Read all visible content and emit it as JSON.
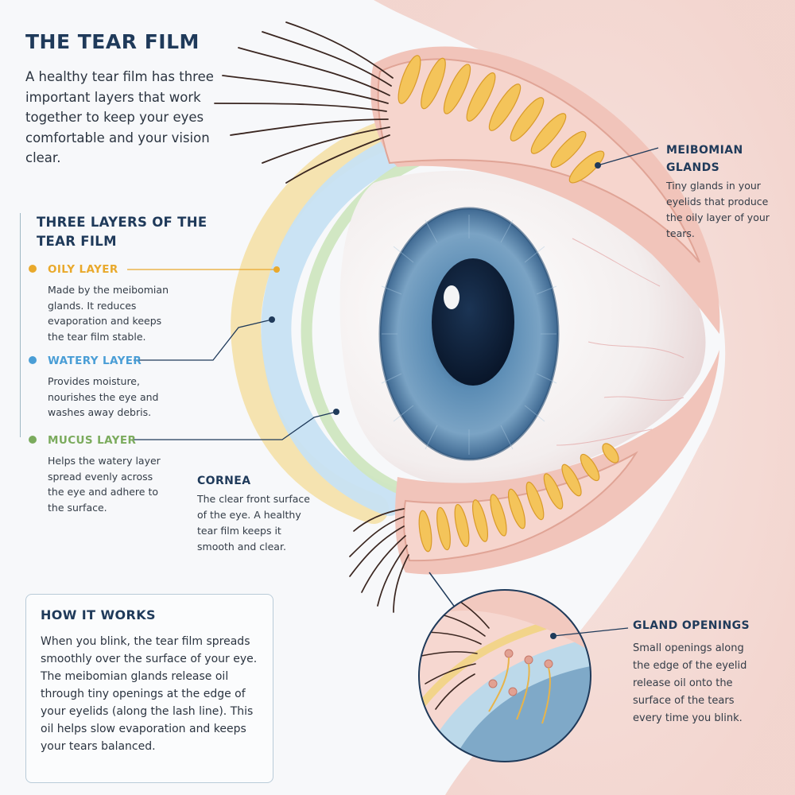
{
  "title": "THE TEAR FILM",
  "intro": "A healthy tear film has three important layers that work together to keep your eyes comfortable and your vision clear.",
  "layers_section": {
    "title": "THREE LAYERS OF THE TEAR FILM",
    "layers": [
      {
        "name": "OILY LAYER",
        "description": "Made by the meibomian glands. It reduces evaporation and keeps the tear film stable.",
        "color": "#e9a92c"
      },
      {
        "name": "WATERY LAYER",
        "description": "Provides moisture, nourishes the eye and washes away debris.",
        "color": "#4a9ed6"
      },
      {
        "name": "MUCUS LAYER",
        "description": "Helps the watery layer spread evenly across the eye and adhere to the surface.",
        "color": "#7bab5d"
      }
    ]
  },
  "annotations": {
    "meibomian": {
      "title": "MEIBOMIAN GLANDS",
      "description": "Tiny glands in your eyelids that produce the oily layer of your tears."
    },
    "cornea": {
      "title": "CORNEA",
      "description": "The clear front surface of the eye. A healthy tear film keeps it smooth and clear."
    },
    "gland_openings": {
      "title": "GLAND OPENINGS",
      "description": "Small openings along the edge of the eyelid release oil onto the surface of the tears every time you blink."
    }
  },
  "how_it_works": {
    "title": "HOW IT WORKS",
    "text": "When you blink, the tear film spreads smoothly over the surface of your eye. The meibomian glands release oil through tiny openings at the edge of your eyelids (along the lash line). This oil helps slow evaporation and keeps your tears balanced."
  },
  "colors": {
    "heading": "#1f3a5a",
    "oily": "#e9a92c",
    "watery": "#4a9ed6",
    "mucus": "#7bab5d",
    "iris": "#4e7ea6",
    "pupil": "#0f2036",
    "skin": "#f2c3b9"
  }
}
